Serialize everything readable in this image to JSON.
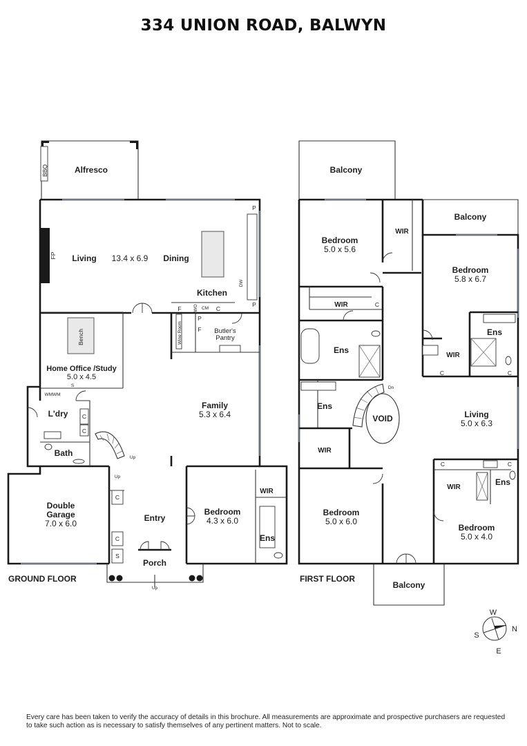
{
  "title": "334 UNION ROAD, BALWYN",
  "floors": {
    "ground": "GROUND FLOOR",
    "first": "FIRST FLOOR"
  },
  "ground": {
    "alfresco": "Alfresco",
    "bbq": "BBQ",
    "fp": "FP",
    "living": "Living",
    "living_dim": "13.4 x 6.9",
    "dining": "Dining",
    "kitchen": "Kitchen",
    "dw": "DW",
    "p": "P",
    "f": "F",
    "wo": "WO",
    "cm": "CM",
    "c": "C",
    "s": "S",
    "wine_room": "Wine Room",
    "butlers_1": "Butler's",
    "butlers_2": "Pantry",
    "bench": "Bench",
    "home_office": "Home Office /Study",
    "home_office_dim": "5.0 x 4.5",
    "wmwm": "WMWM",
    "ldry": "L'dry",
    "bath": "Bath",
    "family": "Family",
    "family_dim": "5.3 x 6.4",
    "up": "Up",
    "garage_1": "Double",
    "garage_2": "Garage",
    "garage_dim": "7.0 x 6.0",
    "entry": "Entry",
    "bedroom": "Bedroom",
    "bedroom_dim": "4.3 x 6.0",
    "wir": "WIR",
    "ens": "Ens",
    "porch": "Porch"
  },
  "first": {
    "balcony": "Balcony",
    "bedroom": "Bedroom",
    "bed1_dim": "5.0 x 5.6",
    "bed2_dim": "5.8 x 6.7",
    "bed3_dim": "5.0 x 6.0",
    "bed4_dim": "5.0 x 4.0",
    "wir": "WIR",
    "ens": "Ens",
    "c": "C",
    "void": "VOID",
    "dn": "Dn",
    "living": "Living",
    "living_dim": "5.0 x 6.3"
  },
  "compass": {
    "w": "W",
    "n": "N",
    "s": "S",
    "e": "E"
  },
  "disclaimer": "Every care has been taken to verify the accuracy of details in this brochure. All measurements are approximate and prospective purchasers are requested to take such action as is necessary to satisfy themselves of any pertinent matters. Not to scale."
}
